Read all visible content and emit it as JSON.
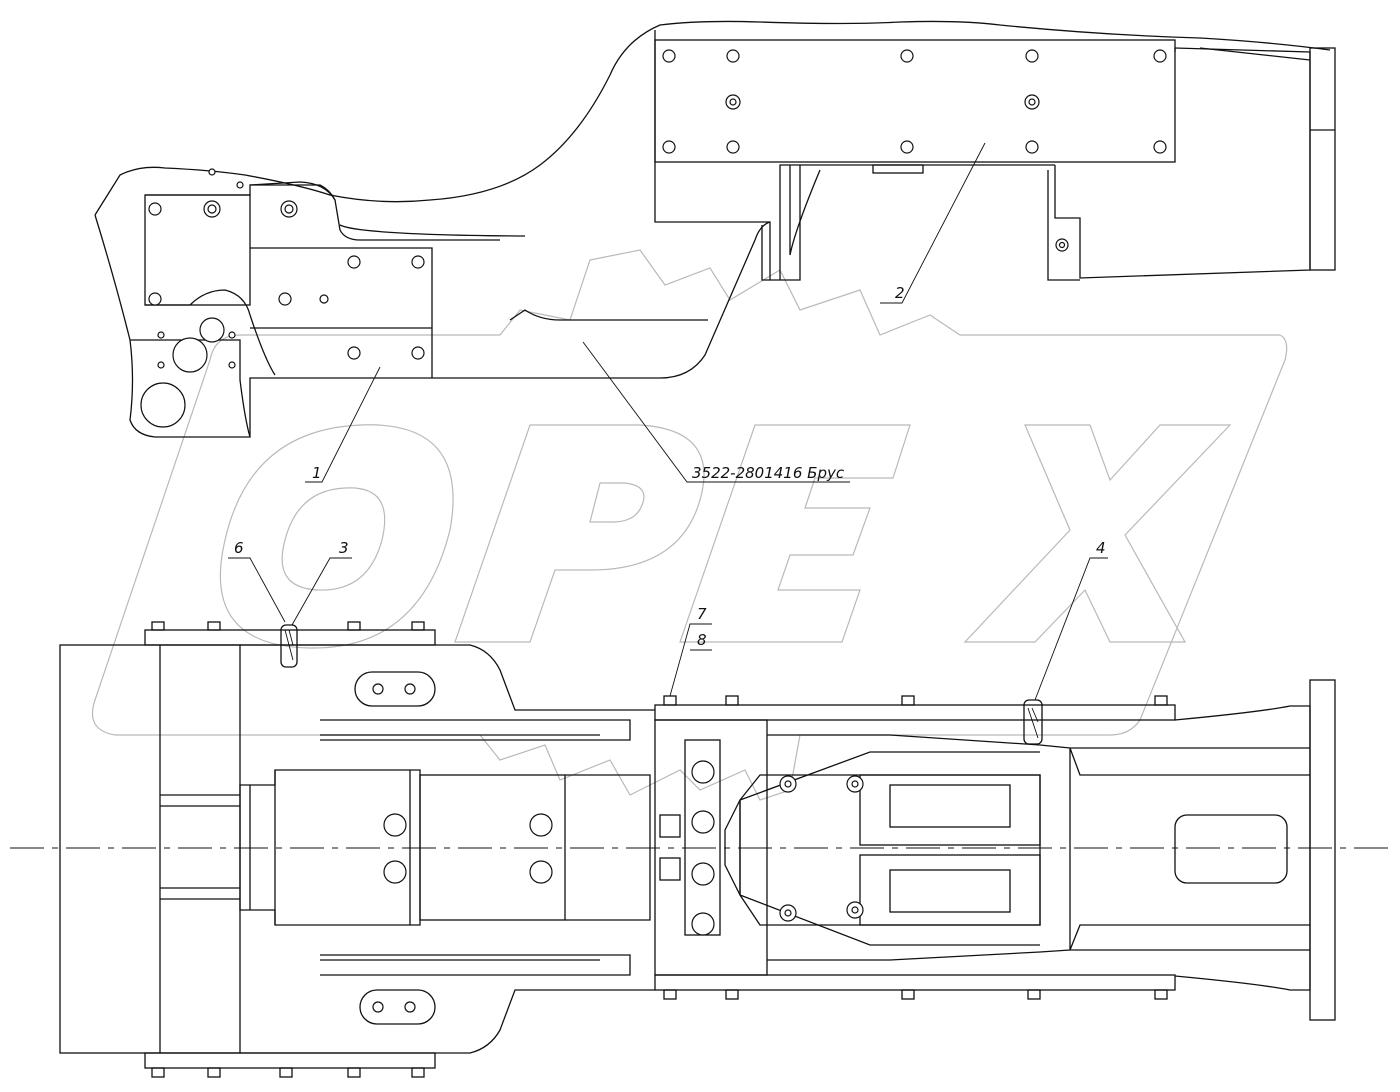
{
  "drawing": {
    "callouts": [
      {
        "id": "c1",
        "text": "1"
      },
      {
        "id": "c2",
        "text": "2"
      },
      {
        "id": "c3",
        "text": "3"
      },
      {
        "id": "c4",
        "text": "4"
      },
      {
        "id": "c6",
        "text": "6"
      },
      {
        "id": "c7",
        "text": "7"
      },
      {
        "id": "c8",
        "text": "8"
      }
    ],
    "part_label": "3522-2801416 Брус",
    "watermark": "OPEX"
  }
}
